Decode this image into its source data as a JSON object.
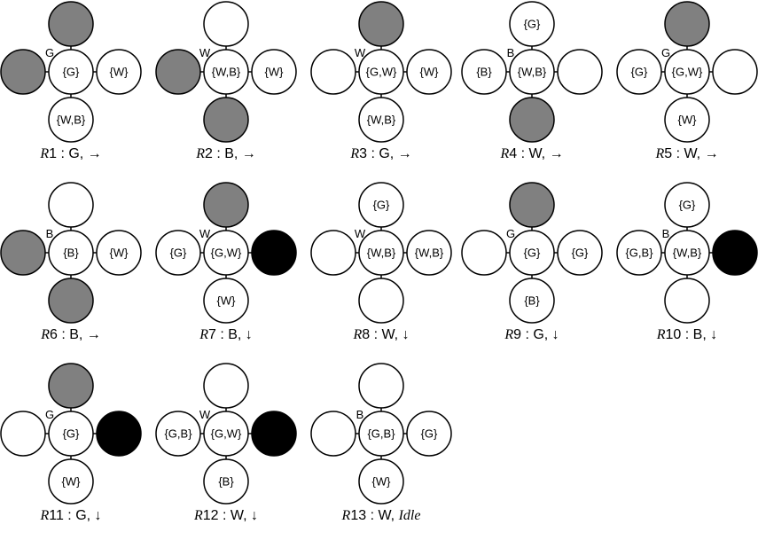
{
  "colors": {
    "white": "#ffffff",
    "gray": "#808080",
    "black": "#000000"
  },
  "rules": [
    {
      "id": "R1",
      "prefix": "R",
      "num": "1",
      "suffix": " : G, →",
      "suffix_italic": "",
      "color_label": "G",
      "center": {
        "fill": "white",
        "text": "{G}"
      },
      "up": {
        "fill": "gray",
        "text": ""
      },
      "left": {
        "fill": "gray",
        "text": ""
      },
      "right": {
        "fill": "white",
        "text": "{W}"
      },
      "down": {
        "fill": "white",
        "text": "{W,B}"
      }
    },
    {
      "id": "R2",
      "prefix": "R",
      "num": "2",
      "suffix": " : B, →",
      "suffix_italic": "",
      "color_label": "W",
      "center": {
        "fill": "white",
        "text": "{W,B}"
      },
      "up": {
        "fill": "white",
        "text": ""
      },
      "left": {
        "fill": "gray",
        "text": ""
      },
      "right": {
        "fill": "white",
        "text": "{W}"
      },
      "down": {
        "fill": "gray",
        "text": ""
      }
    },
    {
      "id": "R3",
      "prefix": "R",
      "num": "3",
      "suffix": " : G, →",
      "suffix_italic": "",
      "color_label": "W",
      "center": {
        "fill": "white",
        "text": "{G,W}"
      },
      "up": {
        "fill": "gray",
        "text": ""
      },
      "left": {
        "fill": "white",
        "text": ""
      },
      "right": {
        "fill": "white",
        "text": "{W}"
      },
      "down": {
        "fill": "white",
        "text": "{W,B}"
      }
    },
    {
      "id": "R4",
      "prefix": "R",
      "num": "4",
      "suffix": " : W, →",
      "suffix_italic": "",
      "color_label": "B",
      "center": {
        "fill": "white",
        "text": "{W,B}"
      },
      "up": {
        "fill": "white",
        "text": "{G}"
      },
      "left": {
        "fill": "white",
        "text": "{B}"
      },
      "right": {
        "fill": "white",
        "text": ""
      },
      "down": {
        "fill": "gray",
        "text": ""
      }
    },
    {
      "id": "R5",
      "prefix": "R",
      "num": "5",
      "suffix": " : W, →",
      "suffix_italic": "",
      "color_label": "G",
      "center": {
        "fill": "white",
        "text": "{G,W}"
      },
      "up": {
        "fill": "gray",
        "text": ""
      },
      "left": {
        "fill": "white",
        "text": "{G}"
      },
      "right": {
        "fill": "white",
        "text": ""
      },
      "down": {
        "fill": "white",
        "text": "{W}"
      }
    },
    {
      "id": "R6",
      "prefix": "R",
      "num": "6",
      "suffix": " : B, →",
      "suffix_italic": "",
      "color_label": "B",
      "center": {
        "fill": "white",
        "text": "{B}"
      },
      "up": {
        "fill": "white",
        "text": ""
      },
      "left": {
        "fill": "gray",
        "text": ""
      },
      "right": {
        "fill": "white",
        "text": "{W}"
      },
      "down": {
        "fill": "gray",
        "text": ""
      }
    },
    {
      "id": "R7",
      "prefix": "R",
      "num": "7",
      "suffix": " : B, ↓",
      "suffix_italic": "",
      "color_label": "W",
      "center": {
        "fill": "white",
        "text": "{G,W}"
      },
      "up": {
        "fill": "gray",
        "text": ""
      },
      "left": {
        "fill": "white",
        "text": "{G}"
      },
      "right": {
        "fill": "black",
        "text": ""
      },
      "down": {
        "fill": "white",
        "text": "{W}"
      }
    },
    {
      "id": "R8",
      "prefix": "R",
      "num": "8",
      "suffix": " : W, ↓",
      "suffix_italic": "",
      "color_label": "W",
      "center": {
        "fill": "white",
        "text": "{W,B}"
      },
      "up": {
        "fill": "white",
        "text": "{G}"
      },
      "left": {
        "fill": "white",
        "text": ""
      },
      "right": {
        "fill": "white",
        "text": "{W,B}"
      },
      "down": {
        "fill": "white",
        "text": ""
      }
    },
    {
      "id": "R9",
      "prefix": "R",
      "num": "9",
      "suffix": " : G, ↓",
      "suffix_italic": "",
      "color_label": "G",
      "center": {
        "fill": "white",
        "text": "{G}"
      },
      "up": {
        "fill": "gray",
        "text": ""
      },
      "left": {
        "fill": "white",
        "text": ""
      },
      "right": {
        "fill": "white",
        "text": "{G}"
      },
      "down": {
        "fill": "white",
        "text": "{B}"
      }
    },
    {
      "id": "R10",
      "prefix": "R",
      "num": "10",
      "suffix": " : B, ↓",
      "suffix_italic": "",
      "color_label": "B",
      "center": {
        "fill": "white",
        "text": "{W,B}"
      },
      "up": {
        "fill": "white",
        "text": "{G}"
      },
      "left": {
        "fill": "white",
        "text": "{G,B}"
      },
      "right": {
        "fill": "black",
        "text": ""
      },
      "down": {
        "fill": "white",
        "text": ""
      }
    },
    {
      "id": "R11",
      "prefix": "R",
      "num": "11",
      "suffix": " : G, ↓",
      "suffix_italic": "",
      "color_label": "G",
      "center": {
        "fill": "white",
        "text": "{G}"
      },
      "up": {
        "fill": "gray",
        "text": ""
      },
      "left": {
        "fill": "white",
        "text": ""
      },
      "right": {
        "fill": "black",
        "text": ""
      },
      "down": {
        "fill": "white",
        "text": "{W}"
      }
    },
    {
      "id": "R12",
      "prefix": "R",
      "num": "12",
      "suffix": " : W, ↓",
      "suffix_italic": "",
      "color_label": "W",
      "center": {
        "fill": "white",
        "text": "{G,W}"
      },
      "up": {
        "fill": "white",
        "text": ""
      },
      "left": {
        "fill": "white",
        "text": "{G,B}"
      },
      "right": {
        "fill": "black",
        "text": ""
      },
      "down": {
        "fill": "white",
        "text": "{B}"
      }
    },
    {
      "id": "R13",
      "prefix": "R",
      "num": "13",
      "suffix": " : W, ",
      "suffix_italic": "Idle",
      "color_label": "B",
      "center": {
        "fill": "white",
        "text": "{G,B}"
      },
      "up": {
        "fill": "white",
        "text": ""
      },
      "left": {
        "fill": "white",
        "text": ""
      },
      "right": {
        "fill": "white",
        "text": "{G}"
      },
      "down": {
        "fill": "white",
        "text": "{W}"
      }
    }
  ]
}
